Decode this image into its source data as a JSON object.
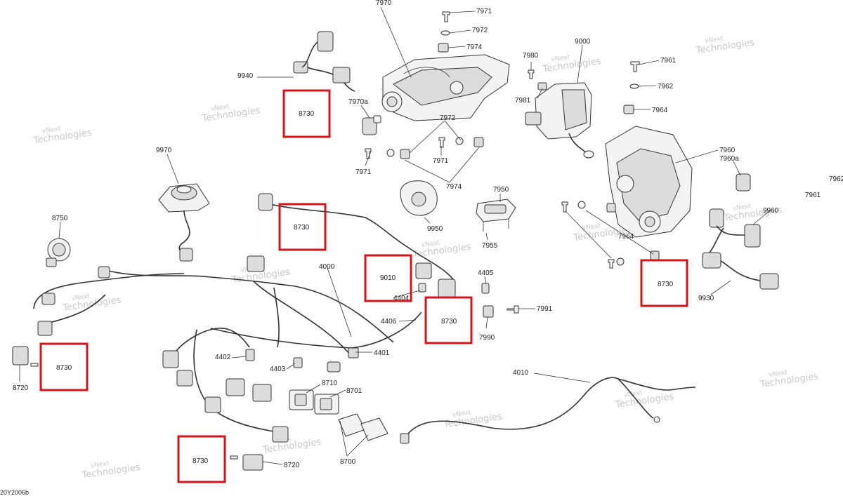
{
  "labels": {
    "l7970": "7970",
    "l7971a": "7971",
    "l7972a": "7972",
    "l7974a": "7974",
    "l9940": "9940",
    "l7970a": "7970a",
    "l7972b": "7972",
    "l7971b": "7971",
    "l7971c": "7971",
    "l7974b": "7974",
    "l7980": "7980",
    "l7981": "7981",
    "l9000": "9000",
    "l7961a": "7961",
    "l7962a": "7962",
    "l7964a": "7964",
    "l7960": "7960",
    "l7960a": "7960a",
    "l7962b": "7962",
    "l7961b": "7961",
    "l9970": "9970",
    "l8750": "8750",
    "l7950": "7950",
    "l9950": "9950",
    "l7955": "7955",
    "l9960": "9960",
    "l7964b": "7964",
    "l4000": "4000",
    "l4405": "4405",
    "l4404": "4404",
    "l7991": "7991",
    "l4406": "4406",
    "l7990": "7990",
    "l9930": "9930",
    "l4401": "4401",
    "l4402": "4402",
    "l4403": "4403",
    "l8720a": "8720",
    "l4010": "4010",
    "l8710": "8710",
    "l8701": "8701",
    "l8700": "8700",
    "l8720b": "8720"
  },
  "highlights": {
    "h1": "8730",
    "h2": "8730",
    "h3": "9010",
    "h4": "8730",
    "h5": "8730",
    "h6": "8730",
    "h7": "8730"
  },
  "watermark": {
    "line1": "vNext",
    "line2": "Technologies"
  },
  "document_ref": "20Y2006b",
  "colors": {
    "highlight": "#d4141b",
    "watermark": "#c8c8c8",
    "line": "#333333"
  }
}
